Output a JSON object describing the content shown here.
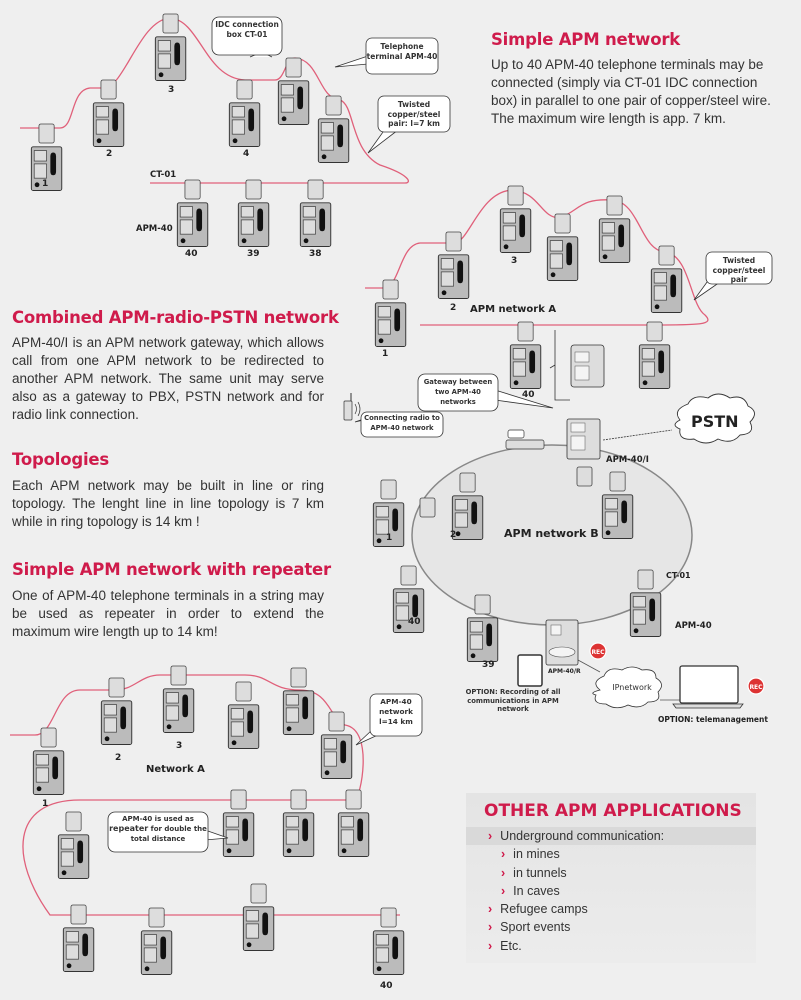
{
  "colors": {
    "accent": "#cf1b4b",
    "wire": "#e0607a",
    "background": "#efefef"
  },
  "icons": [
    "telephone-terminal-icon",
    "idc-connection-box-icon",
    "gateway-icon",
    "radio-icon",
    "cloud-icon",
    "laptop-icon",
    "tablet-icon",
    "record-badge-icon"
  ],
  "simple": {
    "heading": "Simple APM network",
    "text": "Up to 40 APM-40 telephone terminals may be connected (simply via CT-01 IDC connection box) in parallel to one pair of copper/steel wire. The maximum wire length is app. 7 km.",
    "callouts": {
      "idc": "IDC connection box CT-01",
      "terminal": "Telephone terminal APM-40",
      "pair": "Twisted copper/steel pair: l=7 km"
    },
    "labels": {
      "ct": "CT-01",
      "apm": "APM-40"
    },
    "numbers": [
      "1",
      "2",
      "3",
      "4",
      "40",
      "39",
      "38"
    ]
  },
  "combined": {
    "heading": "Combined APM-radio-PSTN network",
    "text": "APM-40/I is an APM network gateway, which allows call from one APM network to be redirected to another APM network. The same unit may serve also as a gateway to PBX, PSTN network and for radio link connection.",
    "network_a": "APM network A",
    "network_b": "APM network B",
    "pair": "Twisted copper/steel pair",
    "gateway_callout": "Gateway between two APM-40 networks",
    "radio_callout": "Connecting radio to APM-40 network",
    "gateway_label": "APM-40/I",
    "pstn": "PSTN",
    "ct": "CT-01",
    "apm": "APM-40",
    "recorder": "APM-40/R",
    "ipnetwork": "IPnetwork",
    "rec_badge": "REC",
    "option_recording": "OPTION: Recording of all communications in APM network",
    "option_telemanagement": "OPTION: telemanagement",
    "numbers_a": [
      "1",
      "2",
      "3",
      "40"
    ],
    "numbers_b": [
      "1",
      "2",
      "40",
      "39"
    ]
  },
  "topologies": {
    "heading": "Topologies",
    "text": "Each APM network may be built in line or ring topology. The lenght line in line topology is 7 km while in ring topology is 14 km !"
  },
  "repeater": {
    "heading": "Simple APM network with repeater",
    "text": "One of APM-40 telephone terminals in a string may be used as repeater in order to extend the maximum wire length up to 14 km!",
    "network": "Network A",
    "callout_network": "APM-40 network l=14 km",
    "callout_repeater_pre": "APM-40 is used as",
    "callout_repeater_bold": "repeater",
    "callout_repeater_post": "for double the total distance",
    "numbers": [
      "1",
      "2",
      "3",
      "40"
    ]
  },
  "applications": {
    "heading": "OTHER APM APPLICATIONS",
    "items": [
      {
        "label": "Underground communication:",
        "level": 1
      },
      {
        "label": "in mines",
        "level": 2
      },
      {
        "label": "in tunnels",
        "level": 2
      },
      {
        "label": "In caves",
        "level": 2
      },
      {
        "label": "Refugee camps",
        "level": 1
      },
      {
        "label": "Sport events",
        "level": 1
      },
      {
        "label": "Etc.",
        "level": 1
      }
    ]
  }
}
